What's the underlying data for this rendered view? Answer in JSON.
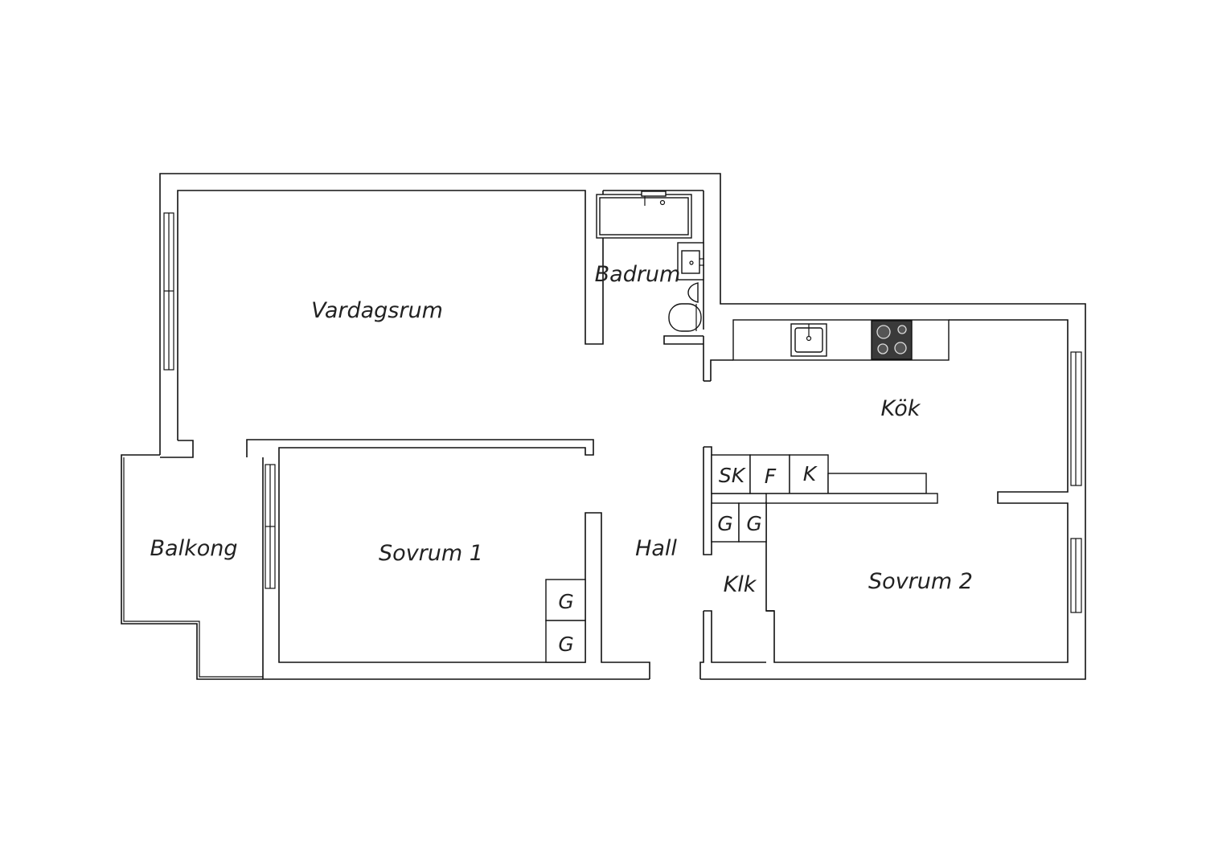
{
  "rooms": {
    "vardagsrum": "Vardagsrum",
    "badrum": "Badrum",
    "kok": "Kök",
    "balkong": "Balkong",
    "sovrum1": "Sovrum 1",
    "hall": "Hall",
    "klk": "Klk",
    "sovrum2": "Sovrum 2"
  },
  "cabinets": {
    "sk": "SK",
    "f": "F",
    "k": "K",
    "g": "G"
  },
  "icons": {
    "sink": "kitchen-sink-icon",
    "stove": "stove-icon",
    "bathtub": "bathtub-icon",
    "toilet": "toilet-icon",
    "washbasin": "washbasin-icon",
    "window": "window-icon"
  },
  "colors": {
    "wall": "#111111",
    "stove_top": "#3a3a3a",
    "background": "#ffffff"
  }
}
